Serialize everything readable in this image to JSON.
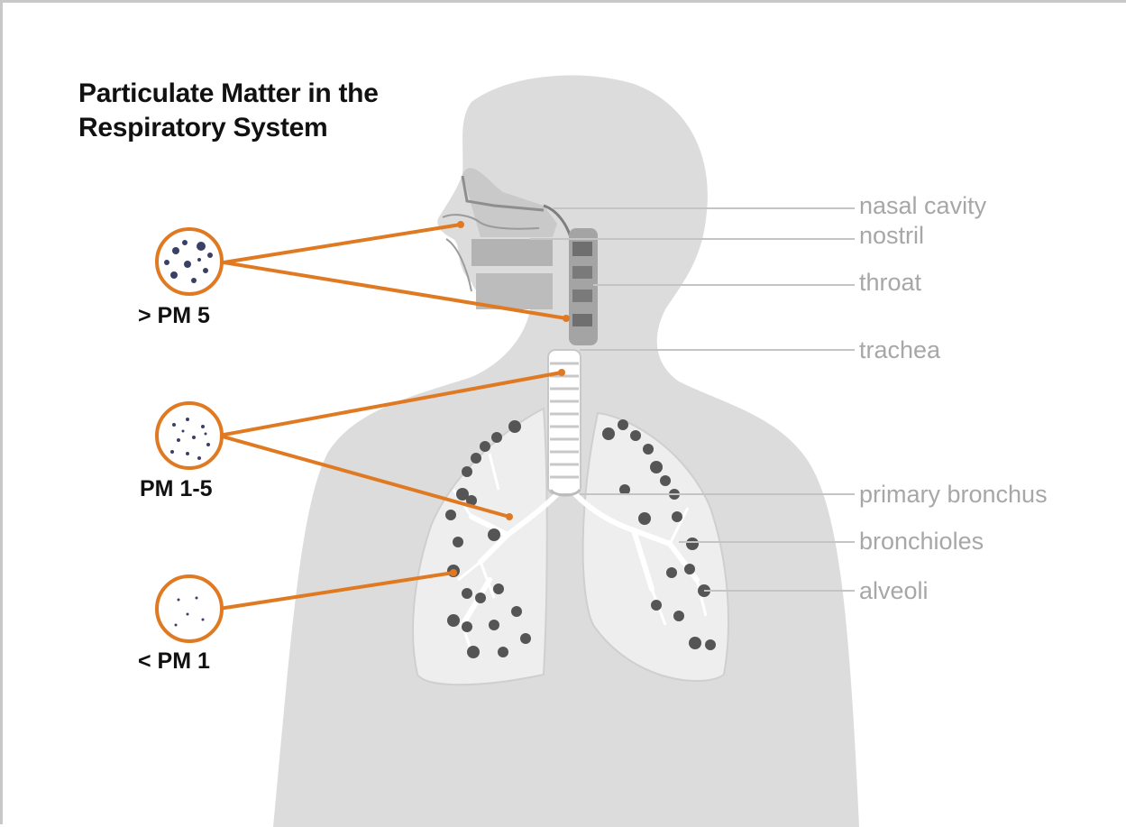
{
  "title": {
    "line1": "Particulate Matter in the",
    "line2": "Respiratory System"
  },
  "particle_sizes": [
    {
      "label": "> PM 5"
    },
    {
      "label": "PM 1-5"
    },
    {
      "label": "< PM 1"
    }
  ],
  "anatomy_labels": [
    {
      "label": "nasal cavity"
    },
    {
      "label": "nostril"
    },
    {
      "label": "throat"
    },
    {
      "label": "trachea"
    },
    {
      "label": "primary bronchus"
    },
    {
      "label": "bronchioles"
    },
    {
      "label": "alveoli"
    }
  ],
  "colors": {
    "body": "#dcdcdc",
    "lungs": "#eeeeee",
    "pointer": "#e07a22",
    "alveoli": "#555555",
    "label_text": "#a7a7a7",
    "leader_line": "#c4c4c4"
  }
}
